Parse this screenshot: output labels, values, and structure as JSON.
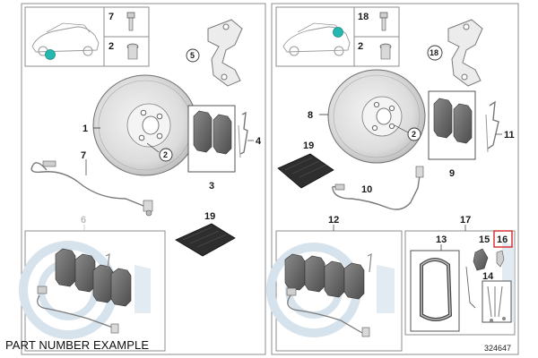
{
  "caption": "PART NUMBER EXAMPLE",
  "reference_number": "324647",
  "colors": {
    "frame": "#8c8c8c",
    "part_fill": "#e6e6e6",
    "part_stroke": "#5e5e5e",
    "marker": "#23b8b0",
    "highlight": "#d62828",
    "watermark": "#b9cfe0"
  },
  "left_panel": {
    "thumb_labels": [
      "7",
      "2"
    ],
    "callouts": [
      "1",
      "2",
      "3",
      "4",
      "5",
      "7",
      "19"
    ],
    "inset_label": "6"
  },
  "right_panel": {
    "thumb_labels": [
      "18",
      "2"
    ],
    "callouts": [
      "8",
      "2",
      "9",
      "10",
      "11",
      "18",
      "19"
    ],
    "inset_labels": [
      "12",
      "17",
      "13",
      "14",
      "15",
      "16"
    ],
    "highlighted": "16"
  }
}
